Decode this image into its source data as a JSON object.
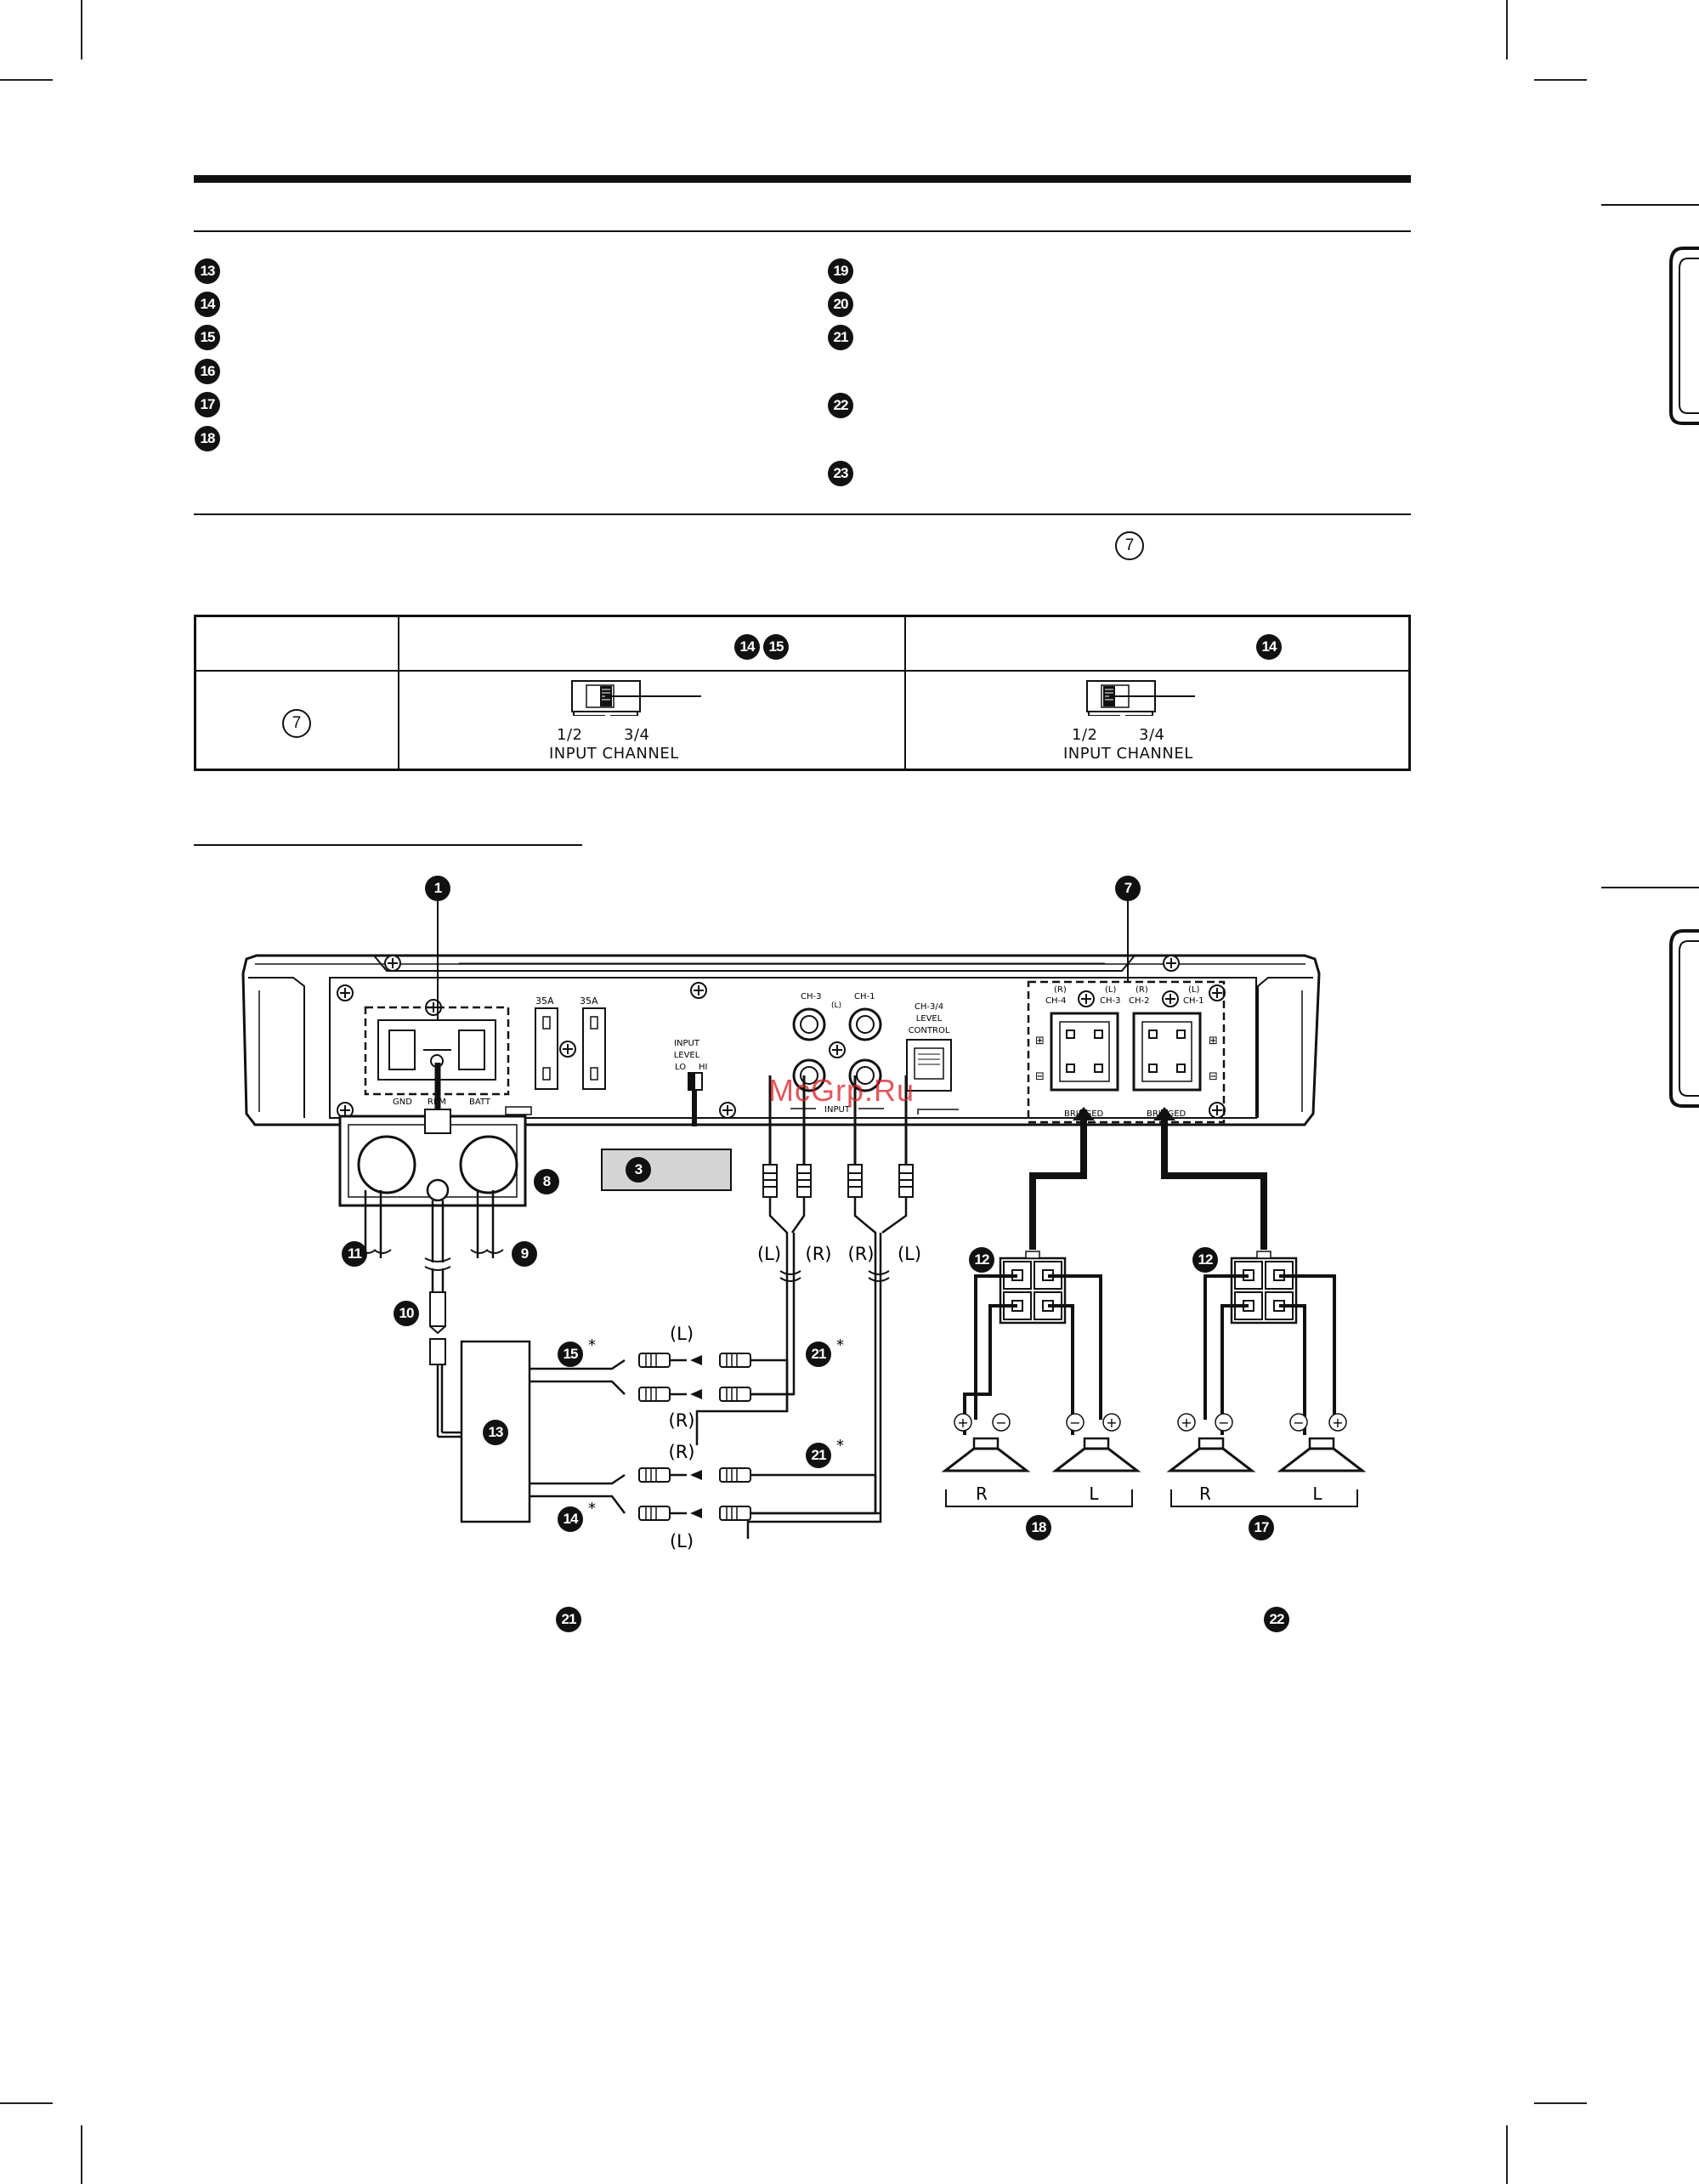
{
  "badges": {
    "list_left": [
      "13",
      "14",
      "15",
      "16",
      "17",
      "18"
    ],
    "list_right": [
      "19",
      "20",
      "21",
      "22",
      "23"
    ],
    "note_ref": "7",
    "table_head_mid_a": "14",
    "table_head_mid_b": "15",
    "table_head_right": "14",
    "table_row_label": "7",
    "diagram": {
      "b1": "1",
      "b7": "7",
      "b3": "3",
      "b8": "8",
      "b11": "11",
      "b9": "9",
      "b10": "10",
      "b13": "13",
      "b15": "15",
      "b14": "14",
      "b21a": "21",
      "b21b": "21",
      "b12a": "12",
      "b12b": "12",
      "b18": "18",
      "b17": "17"
    },
    "footer_left": "21",
    "footer_right": "22"
  },
  "switch": {
    "left_a": "1/2",
    "left_b": "3/4",
    "caption": "INPUT CHANNEL"
  },
  "amp": {
    "fuse_a": "35A",
    "fuse_b": "35A",
    "gnd": "GND",
    "rem": "REM",
    "batt": "BATT",
    "input_level_1": "INPUT",
    "input_level_2": "LEVEL",
    "lo": "LO",
    "hi": "HI",
    "ch3": "CH-3",
    "ch1": "CH-1",
    "l_mark": "(L)",
    "input_label": "INPUT",
    "lc_1": "CH-3/4",
    "lc_2": "LEVEL",
    "lc_3": "CONTROL",
    "spk_r": "(R)",
    "spk_l": "(L)",
    "ch4": "CH-4",
    "ch2": "CH-2",
    "bridged": "BRIDGED"
  },
  "wiring": {
    "L": "(L)",
    "R": "(R)",
    "asterisk": "*",
    "spk_R": "R",
    "spk_L": "L",
    "plus": "+",
    "minus": "−"
  },
  "watermark": "McGrp.Ru",
  "colors": {
    "ink": "#111111",
    "gray_box": "#d4d4d4",
    "watermark": "#d81f26"
  }
}
